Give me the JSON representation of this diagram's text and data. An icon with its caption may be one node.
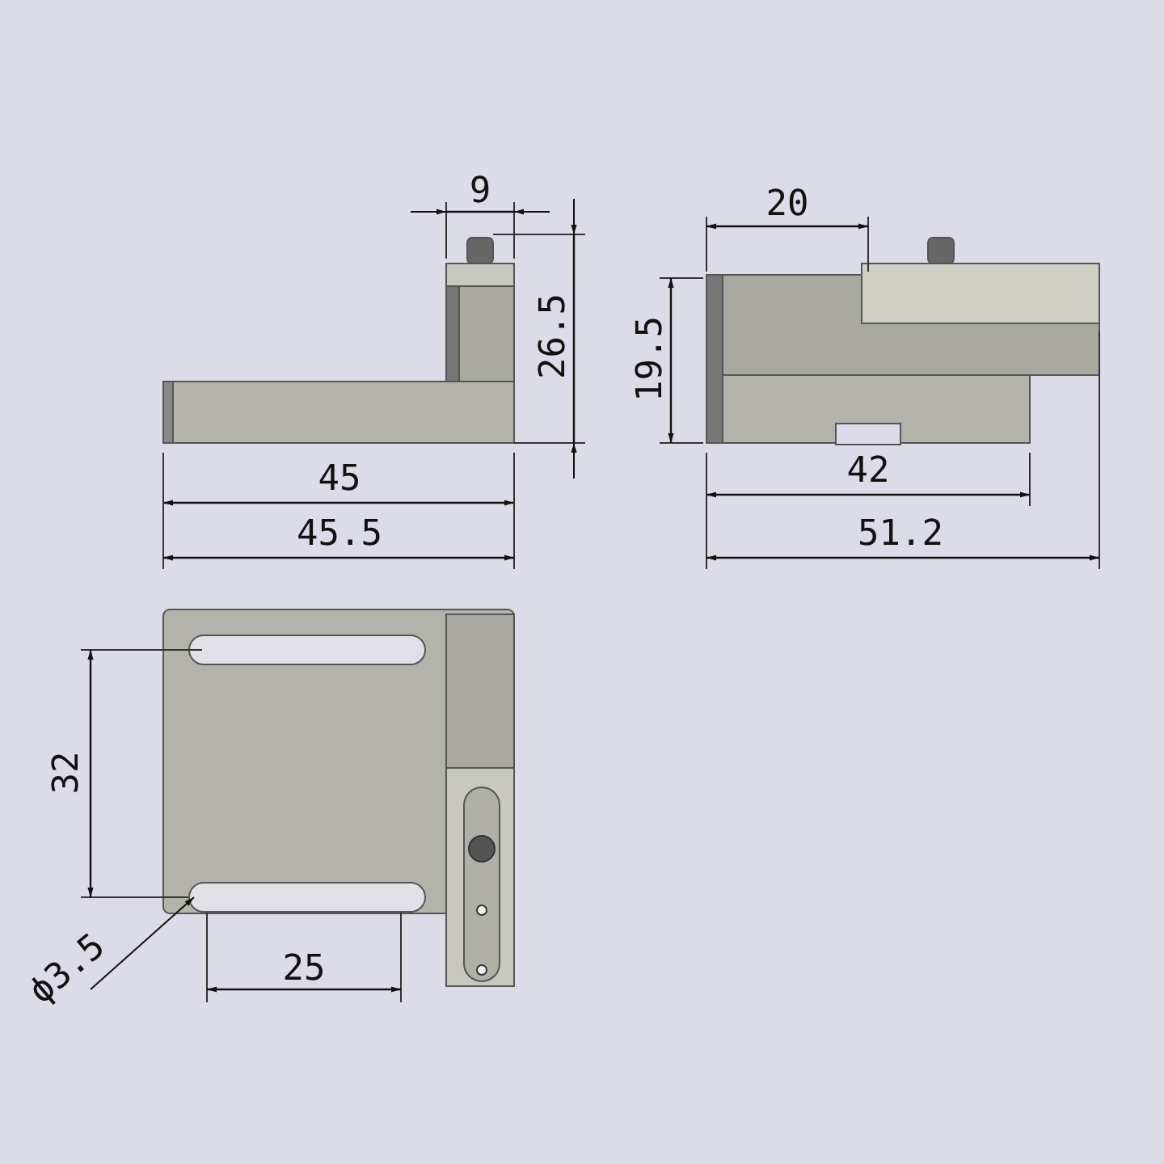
{
  "diagram": {
    "nodes": [
      {
        "text": [
          "ϕ3.5"
        ]
      },
      {
        "text": [],
        "shape": "slot"
      }
    ],
    "edges": [
      {
        "from": 0,
        "to": 1,
        "arrow": "to"
      }
    ],
    "labels": [
      "9",
      "26.5",
      "45",
      "45.5",
      "20",
      "19.5",
      "42",
      "51.2",
      "32",
      "25"
    ]
  }
}
